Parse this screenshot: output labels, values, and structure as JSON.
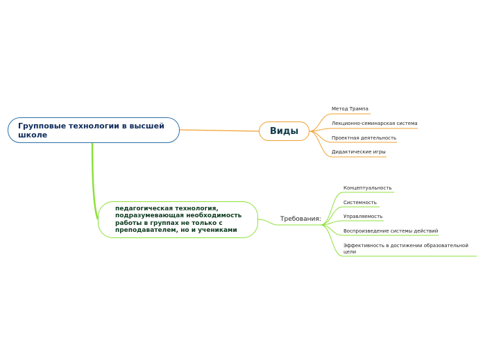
{
  "root": {
    "label": "Групповые технологии в высшей школе"
  },
  "types": {
    "label": "Виды",
    "items": [
      "Метод Трампа",
      "Лекционно-семинарская система",
      "Проектная деятельность",
      "Дидактические игры"
    ]
  },
  "description": {
    "label": "педагогическая технология, подразумевающая необходимость работы в группах не только с преподавателем, но и учениками"
  },
  "requirements": {
    "label": "Требования:",
    "items": [
      "Концептуальность",
      "Системность",
      "Управляемость",
      "Воспроизведение системы действий",
      "Эффективность в достижении образовательной цели"
    ]
  },
  "colors": {
    "root_border": "#2b6fa8",
    "orange": "#f0a030",
    "green": "#8de03a"
  }
}
